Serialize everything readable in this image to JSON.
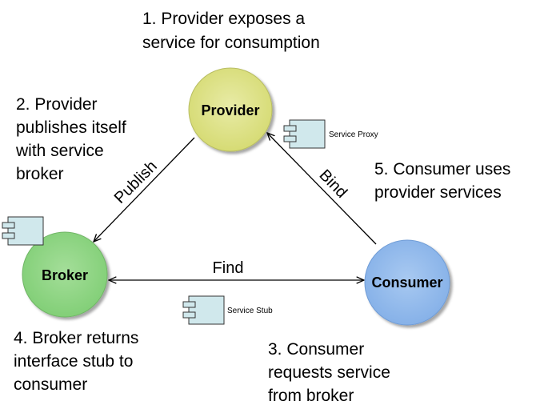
{
  "nodes": {
    "provider": {
      "label": "Provider",
      "color": "#DFE387"
    },
    "broker": {
      "label": "Broker",
      "color": "#92D888"
    },
    "consumer": {
      "label": "Consumer",
      "color": "#95BDEE"
    }
  },
  "edges": {
    "publish": {
      "label": "Publish"
    },
    "bind": {
      "label": "Bind"
    },
    "find": {
      "label": "Find"
    }
  },
  "components": {
    "service_proxy": {
      "label": "Service Proxy",
      "color": "#D0E8EC"
    },
    "service_stub": {
      "label": "Service Stub",
      "color": "#D0E8EC"
    },
    "broker_component": {
      "color": "#D0E8EC"
    }
  },
  "notes": {
    "step1": [
      "1. Provider exposes a",
      "service  for consumption"
    ],
    "step2": [
      "2. Provider",
      "publishes itself",
      "with service",
      "broker"
    ],
    "step3": [
      "3. Consumer",
      "requests service",
      "from broker"
    ],
    "step4": [
      "4. Broker returns",
      "interface stub to",
      "consumer"
    ],
    "step5": [
      "5.  Consumer uses",
      "provider services"
    ]
  }
}
